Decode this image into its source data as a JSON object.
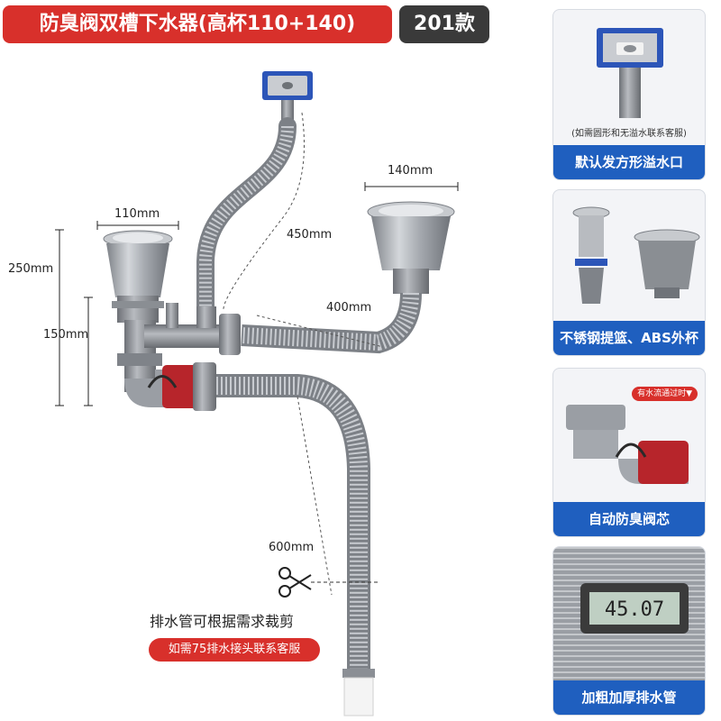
{
  "header": {
    "title": "防臭阀双槽下水器(高杯110+140)",
    "model": "201款"
  },
  "dimensions": {
    "d110": "110mm",
    "d140": "140mm",
    "h250": "250mm",
    "h150": "150mm",
    "l450": "450mm",
    "l400": "400mm",
    "l600": "600mm"
  },
  "cut": {
    "text": "排水管可根据需求裁剪",
    "contact": "如需75排水接头联系客服"
  },
  "cards": [
    {
      "caption": "默认发方形溢水口",
      "note": "(如需圆形和无溢水联系客服)"
    },
    {
      "caption": "不锈钢提篮、ABS外杯"
    },
    {
      "caption": "自动防臭阀芯",
      "badge": "有水流通过时▼"
    },
    {
      "caption": "加粗加厚排水管",
      "gauge_reading": "45.07"
    }
  ],
  "colors": {
    "accent_red": "#d8302b",
    "caption_blue": "#1f5fbf",
    "model_dark": "#3a3a3a"
  }
}
